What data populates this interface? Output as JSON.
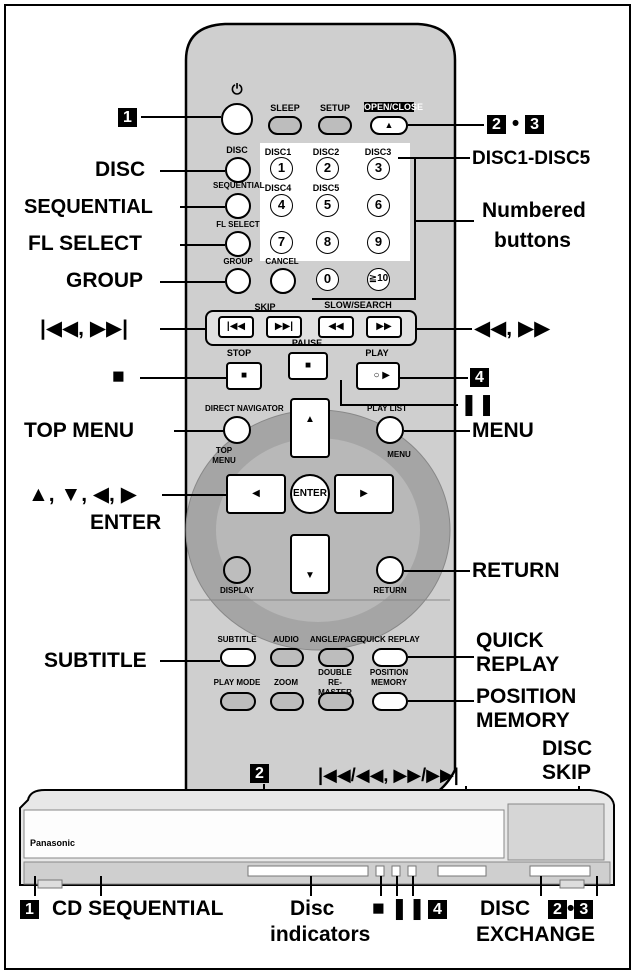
{
  "remote": {
    "power_symbol": "⏻",
    "top_labels": {
      "sleep": "SLEEP",
      "setup": "SETUP",
      "open_close": "OPEN/CLOSE"
    },
    "left_labels": {
      "disc": "DISC",
      "sequential": "SEQUENTIAL",
      "fl_select": "FL SELECT",
      "group": "GROUP",
      "cancel": "CANCEL"
    },
    "disc_labels": [
      "DISC1",
      "DISC2",
      "DISC3",
      "DISC4",
      "DISC5"
    ],
    "numbers": [
      "1",
      "2",
      "3",
      "4",
      "5",
      "6",
      "7",
      "8",
      "9",
      "0",
      "≧10"
    ],
    "skip": "SKIP",
    "slow_search": "SLOW/SEARCH",
    "stop": "STOP",
    "pause": "PAUSE",
    "play": "PLAY",
    "direct_navigator": "DIRECT NAVIGATOR",
    "top_menu": "TOP MENU",
    "play_list": "PLAY LIST",
    "menu": "MENU",
    "enter": "ENTER",
    "display": "DISPLAY",
    "return": "RETURN",
    "row1": [
      "SUBTITLE",
      "AUDIO",
      "ANGLE/PAGE",
      "QUICK REPLAY"
    ],
    "row2": [
      "PLAY MODE",
      "ZOOM",
      "DOUBLE RE-MASTER",
      "POSITION MEMORY"
    ]
  },
  "callouts": {
    "power_num": "1",
    "open_close_nums": [
      "2",
      "3"
    ],
    "bullet": "•",
    "disc": "DISC",
    "disc1_5": "DISC1-DISC5",
    "sequential": "SEQUENTIAL",
    "numbered": "Numbered",
    "buttons": "buttons",
    "fl_select": "FL SELECT",
    "group": "GROUP",
    "skip": "|◀◀, ▶▶|",
    "search": "◀◀, ▶▶",
    "stop": "■",
    "play_num": "4",
    "pause": "❚❚",
    "top_menu": "TOP MENU",
    "menu": "MENU",
    "arrows": "▲, ▼, ◀, ▶",
    "enter": "ENTER",
    "return": "RETURN",
    "subtitle": "SUBTITLE",
    "quick": "QUICK",
    "replay": "REPLAY",
    "position": "POSITION",
    "memory": "MEMORY"
  },
  "unit": {
    "brand": "Panasonic",
    "tray_num": "2",
    "skip_search": "|◀◀/◀◀, ▶▶/▶▶|",
    "disc": "DISC",
    "skip": "SKIP"
  },
  "bottom": {
    "power_num": "1",
    "cd_sequential": "CD SEQUENTIAL",
    "disc": "Disc",
    "indicators": "indicators",
    "stop_pause": "■ ❚❚",
    "play_num": "4",
    "disc2": "DISC",
    "exchange": "EXCHANGE",
    "nums": [
      "2",
      "3"
    ]
  }
}
